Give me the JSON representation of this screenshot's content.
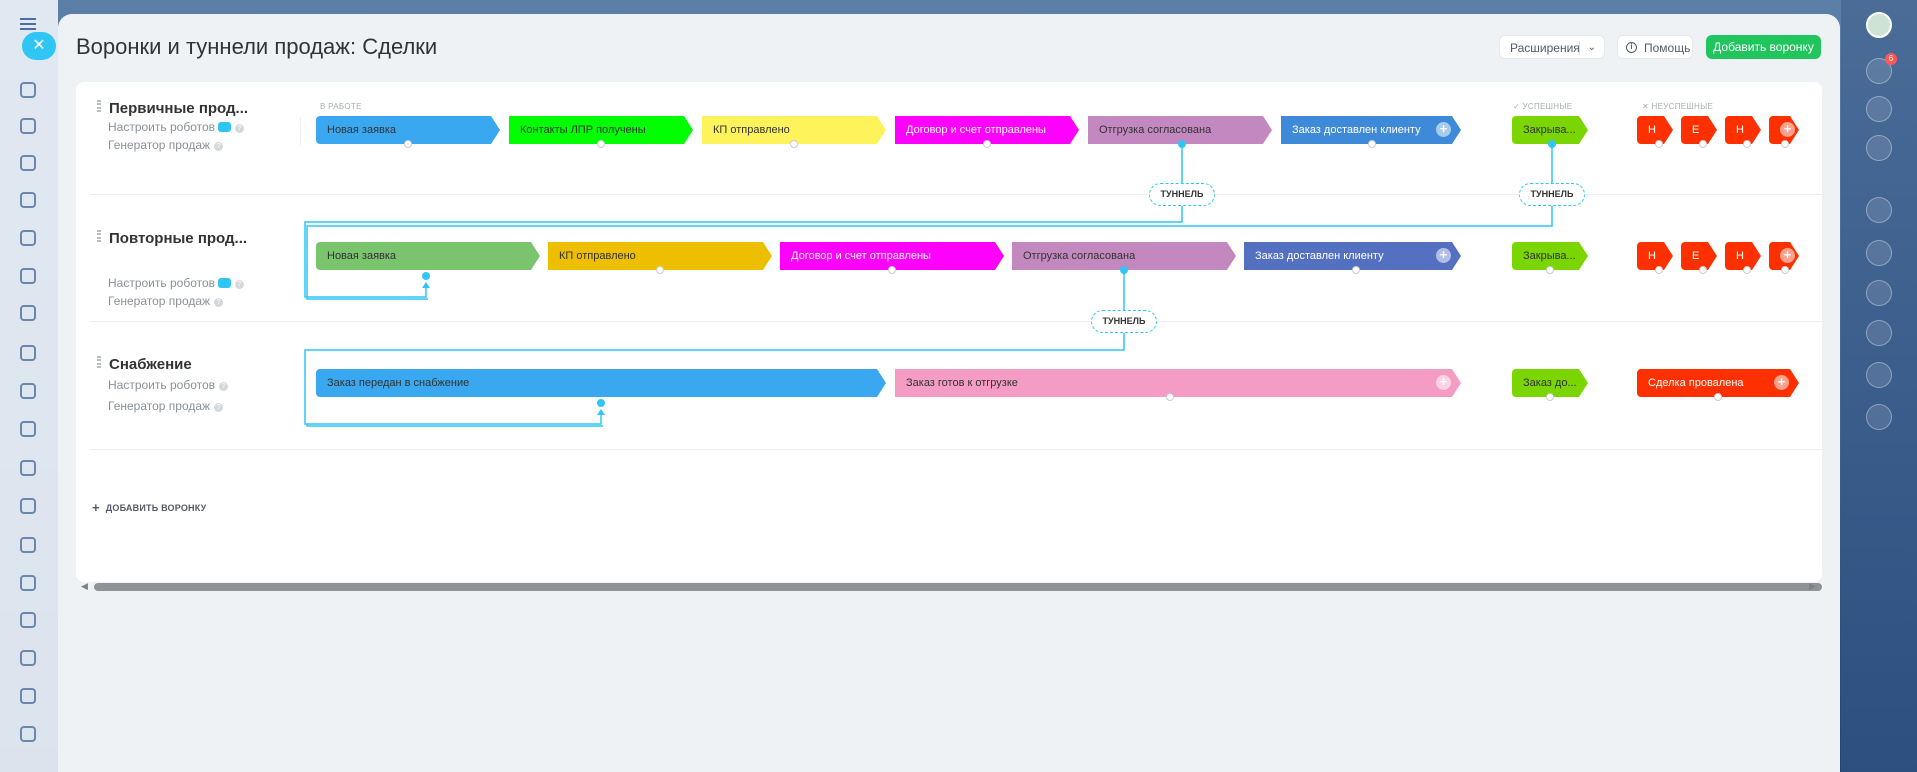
{
  "header": {
    "title": "Воронки и туннели продаж: Сделки",
    "extensions_label": "Расширения",
    "help_label": "Помощь",
    "add_funnel_label": "Добавить воронку"
  },
  "right_sidebar": {
    "notifications_count": "6"
  },
  "group_labels": {
    "in_progress": "В РАБОТЕ",
    "success": "✓ УСПЕШНЫЕ",
    "failure": "✕ НЕУСПЕШНЫЕ"
  },
  "funnels": [
    {
      "name": "Первичные прод...",
      "robots_label": "Настроить роботов",
      "generator_label": "Генератор продаж",
      "stages": [
        {
          "label": "Новая заявка",
          "color": "#3aa8f0"
        },
        {
          "label": "Контакты ЛПР получены",
          "color": "#00ff00"
        },
        {
          "label": "КП отправлено",
          "color": "#fff35c"
        },
        {
          "label": "Договор и счет отправлены",
          "color": "#ff00ff"
        },
        {
          "label": "Отгрузка согласована",
          "color": "#c488c0"
        },
        {
          "label": "Заказ доставлен клиенту",
          "color": "#3e8ad8"
        }
      ],
      "success": "Закрыва...",
      "fails": [
        "Н",
        "Е",
        "Н",
        ""
      ]
    },
    {
      "name": "Повторные прод...",
      "robots_label": "Настроить роботов",
      "generator_label": "Генератор продаж",
      "stages": [
        {
          "label": "Новая заявка",
          "color": "#7ac46e"
        },
        {
          "label": "КП отправлено",
          "color": "#eebf00"
        },
        {
          "label": "Договор и счет отправлены",
          "color": "#ff00ff"
        },
        {
          "label": "Отгрузка согласована",
          "color": "#c488c0"
        },
        {
          "label": "Заказ доставлен клиенту",
          "color": "#5470c0"
        }
      ],
      "success": "Закрыва...",
      "fails": [
        "Н",
        "Е",
        "Н",
        ""
      ]
    },
    {
      "name": "Снабжение",
      "robots_label": "Настроить роботов",
      "generator_label": "Генератор продаж",
      "stages": [
        {
          "label": "Заказ передан в снабжение",
          "color": "#3aa8f0"
        },
        {
          "label": "Заказ готов к отгрузке",
          "color": "#f59cc4"
        }
      ],
      "success": "Заказ до...",
      "fails": [
        "Сделка провалена"
      ]
    }
  ],
  "tunnels": [
    "ТУННЕЛЬ",
    "ТУННЕЛЬ",
    "ТУННЕЛЬ"
  ],
  "add_funnel_link": "ДОБАВИТЬ ВОРОНКУ",
  "colors": {
    "accent": "#2fc6f6",
    "success_stage": "#7bd500",
    "fail_stage": "#ff3000",
    "add_button": "#20c55e"
  }
}
